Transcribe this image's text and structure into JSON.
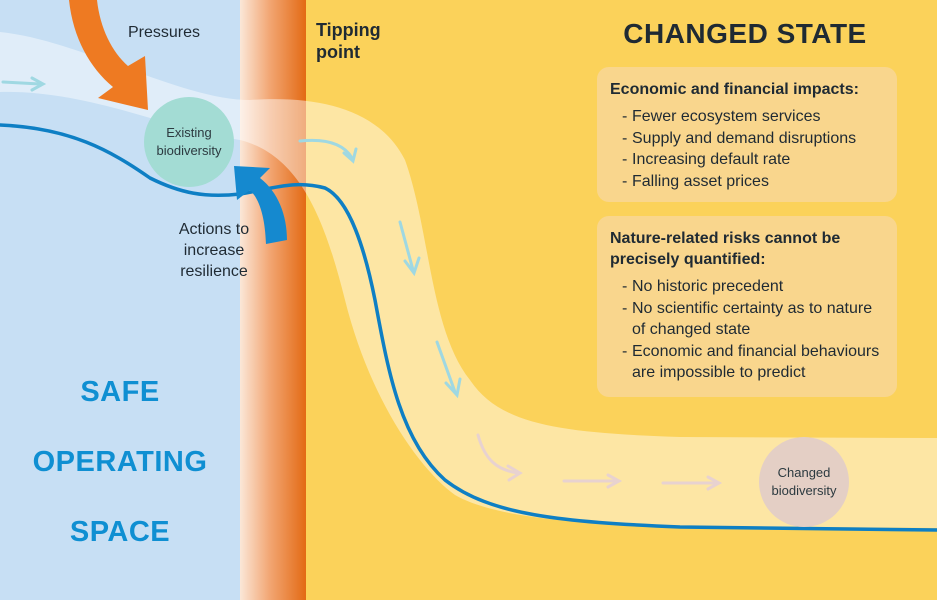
{
  "labels": {
    "pressures": "Pressures",
    "tipping_point": [
      "Tipping",
      "point"
    ],
    "changed_state": "CHANGED STATE",
    "actions": [
      "Actions to",
      "increase",
      "resilience"
    ],
    "safe_operating_space": [
      "SAFE",
      "OPERATING",
      "SPACE"
    ]
  },
  "circles": {
    "existing": [
      "Existing",
      "biodiversity"
    ],
    "changed": [
      "Changed",
      "biodiversity"
    ]
  },
  "boxes": {
    "economic": {
      "title": "Economic and financial impacts:",
      "items": [
        "Fewer ecosystem services",
        "Supply and demand disruptions",
        "Increasing default rate",
        "Falling asset prices"
      ]
    },
    "nature_risks": {
      "title": [
        "Nature-related risks cannot be",
        "precisely quantified:"
      ],
      "items": [
        "No historic precedent",
        "No scientific certainty as to nature of changed state",
        "Economic and financial behaviours are impossible to predict"
      ]
    }
  },
  "colors": {
    "safe_zone": "#c7dff4",
    "changed_zone": "#fbd25a",
    "tipping_band": "#e9751f",
    "curve": "#0e7fc4",
    "pressure_arrow": "#ee7a22",
    "action_arrow": "#1589cf",
    "safe_text": "#0f8fd2"
  }
}
